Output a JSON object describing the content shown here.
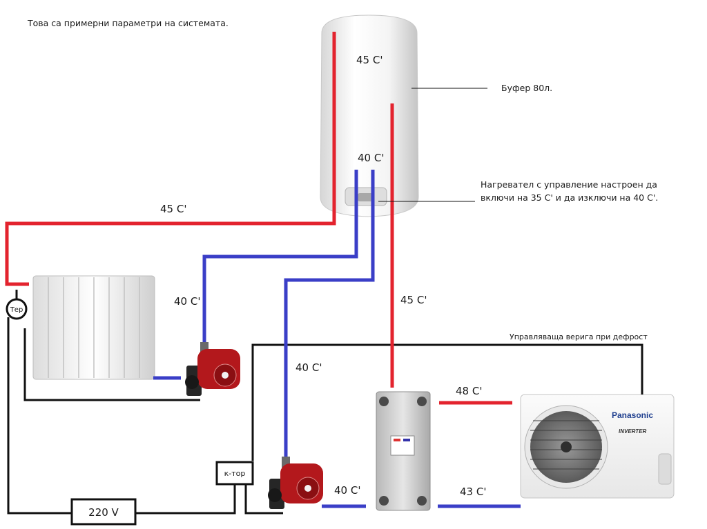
{
  "intro_text": "Това са примерни параметри на системата.",
  "labels": {
    "buffer": "Буфер 80л.",
    "heater_line1": "Нагревател с управление настроен да",
    "heater_line2": "включи на 35 С' и да изключи на 40 С'.",
    "defrost_circuit": "Управляваща верига при дефрост",
    "thermostat": "Тер",
    "contactor": "к-тор",
    "power_supply": "220 V",
    "brand": "Panasonic",
    "inverter": "INVERTER"
  },
  "temperatures": {
    "tank_top": "45 С'",
    "tank_mid": "40 С'",
    "radiator_supply": "45 С'",
    "radiator_return": "40 С'",
    "hx_supply": "45 С'",
    "hx_return": "40 С'",
    "hp_supply": "48 С'",
    "hp_return": "43 С'",
    "hx_inlet": "40 С'"
  },
  "colors": {
    "hot": "#e3232e",
    "cold": "#3a3ec7",
    "control": "#111111"
  }
}
